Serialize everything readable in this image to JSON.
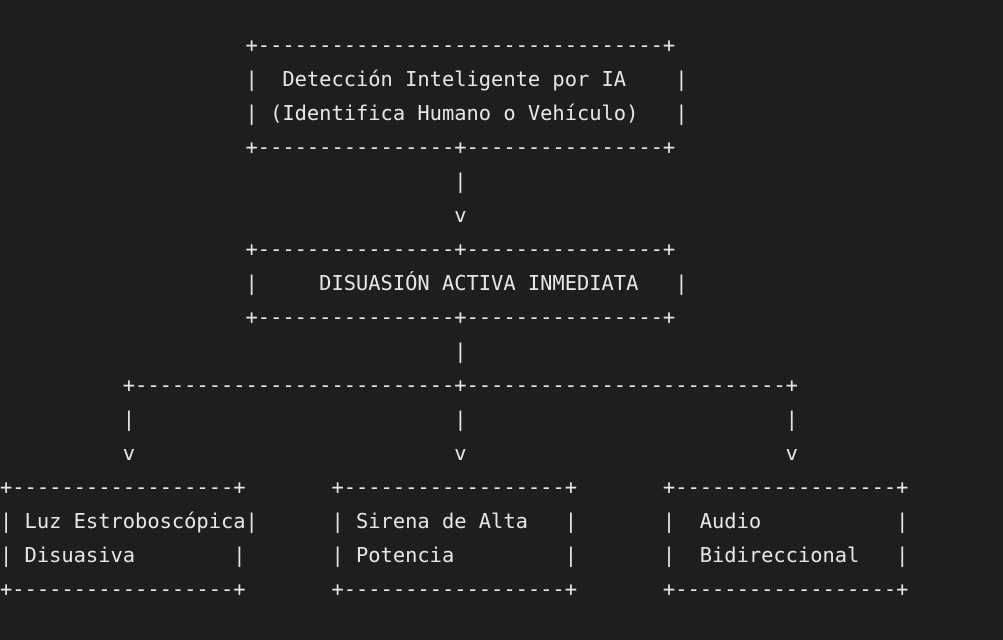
{
  "diagram": {
    "lines": [
      "                    +---------------------------------+",
      "                    |  Detección Inteligente por IA    |",
      "                    | (Identifica Humano o Vehículo)   |",
      "                    +----------------+----------------+",
      "                                     |",
      "                                     v",
      "                    +----------------+----------------+",
      "                    |     DISUASIÓN ACTIVA INMEDIATA   |",
      "                    +----------------+----------------+",
      "                                     |",
      "          +--------------------------+--------------------------+",
      "          |                          |                          |",
      "          v                          v                          v",
      "+------------------+       +------------------+       +------------------+",
      "| Luz Estroboscópica|      | Sirena de Alta   |       |  Audio           |",
      "| Disuasiva        |       | Potencia         |       |  Bidireccional   |",
      "+------------------+       +------------------+       +------------------+"
    ]
  }
}
